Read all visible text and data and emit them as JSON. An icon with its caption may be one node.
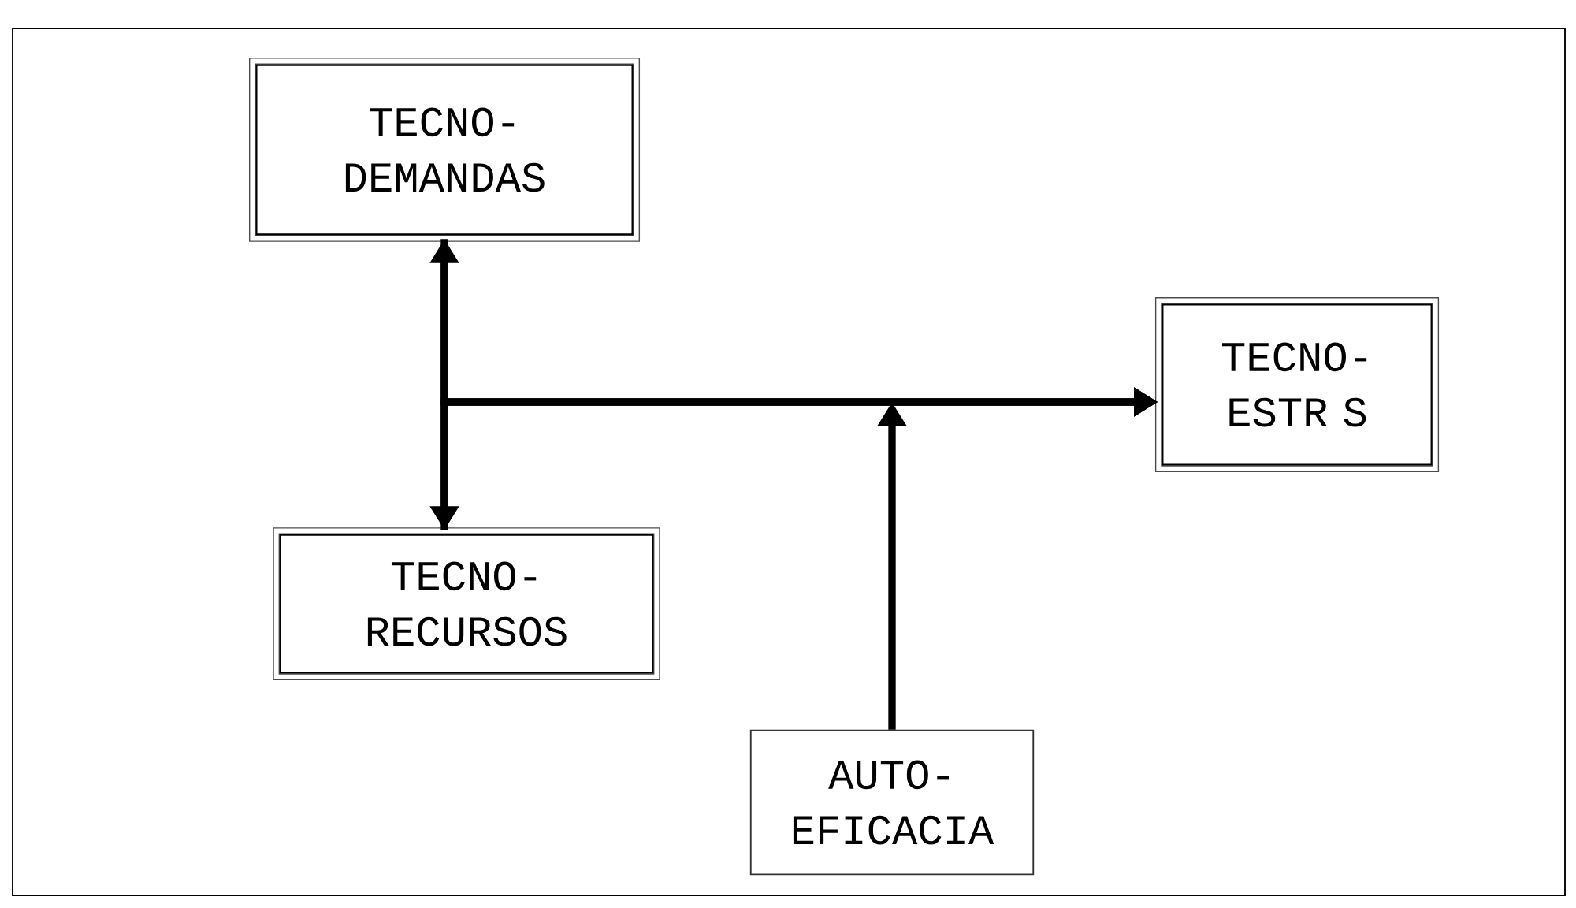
{
  "diagram": {
    "nodes": [
      {
        "text": [
          "TECNO- DEMANDAS"
        ]
      },
      {
        "text": [
          "TECNO- RECURSOS"
        ]
      },
      {
        "text": [
          "TECNO- ESTR S"
        ]
      },
      {
        "text": [
          "AUTO- EFICACIA"
        ]
      }
    ],
    "edges": [
      {
        "from": 0,
        "to": 1,
        "arrow": "both"
      },
      {
        "from": 0,
        "to": 2,
        "arrow": "to"
      },
      {
        "from": 1,
        "to": 2,
        "arrow": "to"
      },
      {
        "from": 3,
        "to": null,
        "arrow": "to"
      }
    ]
  }
}
